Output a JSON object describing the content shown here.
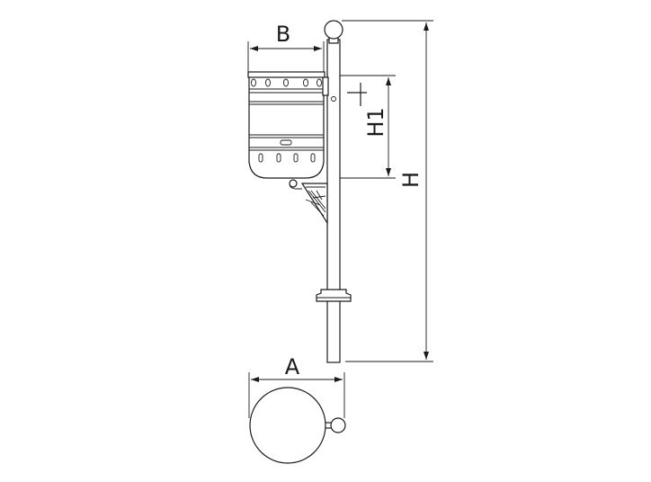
{
  "labels": {
    "width": "B",
    "diameter": "A",
    "height": "H",
    "bin_height": "H1"
  },
  "colors": {
    "line": "#1a1a1a",
    "background": "#ffffff"
  }
}
